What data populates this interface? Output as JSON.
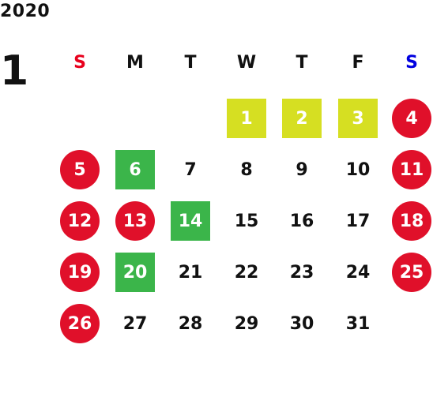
{
  "header": {
    "year": "2020",
    "month": "1"
  },
  "colors": {
    "sunday": "#e8001c",
    "saturday": "#0000e0",
    "holiday_circle": "#e0102a",
    "new_year_highlight": "#d6df22",
    "special_highlight": "#3bb54a",
    "text": "#111111"
  },
  "weekdays": [
    {
      "label": "S",
      "color": "#e8001c"
    },
    {
      "label": "M",
      "color": "#111111"
    },
    {
      "label": "T",
      "color": "#111111"
    },
    {
      "label": "W",
      "color": "#111111"
    },
    {
      "label": "T",
      "color": "#111111"
    },
    {
      "label": "F",
      "color": "#111111"
    },
    {
      "label": "S",
      "color": "#0000e0"
    }
  ],
  "days": [
    {
      "num": "1",
      "col": 3,
      "row": 0,
      "style": "yellow"
    },
    {
      "num": "2",
      "col": 4,
      "row": 0,
      "style": "yellow"
    },
    {
      "num": "3",
      "col": 5,
      "row": 0,
      "style": "yellow"
    },
    {
      "num": "4",
      "col": 6,
      "row": 0,
      "style": "red"
    },
    {
      "num": "5",
      "col": 0,
      "row": 1,
      "style": "red"
    },
    {
      "num": "6",
      "col": 1,
      "row": 1,
      "style": "green"
    },
    {
      "num": "7",
      "col": 2,
      "row": 1,
      "style": "plain"
    },
    {
      "num": "8",
      "col": 3,
      "row": 1,
      "style": "plain"
    },
    {
      "num": "9",
      "col": 4,
      "row": 1,
      "style": "plain"
    },
    {
      "num": "10",
      "col": 5,
      "row": 1,
      "style": "plain"
    },
    {
      "num": "11",
      "col": 6,
      "row": 1,
      "style": "red"
    },
    {
      "num": "12",
      "col": 0,
      "row": 2,
      "style": "red"
    },
    {
      "num": "13",
      "col": 1,
      "row": 2,
      "style": "red"
    },
    {
      "num": "14",
      "col": 2,
      "row": 2,
      "style": "green"
    },
    {
      "num": "15",
      "col": 3,
      "row": 2,
      "style": "plain"
    },
    {
      "num": "16",
      "col": 4,
      "row": 2,
      "style": "plain"
    },
    {
      "num": "17",
      "col": 5,
      "row": 2,
      "style": "plain"
    },
    {
      "num": "18",
      "col": 6,
      "row": 2,
      "style": "red"
    },
    {
      "num": "19",
      "col": 0,
      "row": 3,
      "style": "red"
    },
    {
      "num": "20",
      "col": 1,
      "row": 3,
      "style": "green"
    },
    {
      "num": "21",
      "col": 2,
      "row": 3,
      "style": "plain"
    },
    {
      "num": "22",
      "col": 3,
      "row": 3,
      "style": "plain"
    },
    {
      "num": "23",
      "col": 4,
      "row": 3,
      "style": "plain"
    },
    {
      "num": "24",
      "col": 5,
      "row": 3,
      "style": "plain"
    },
    {
      "num": "25",
      "col": 6,
      "row": 3,
      "style": "red"
    },
    {
      "num": "26",
      "col": 0,
      "row": 4,
      "style": "red"
    },
    {
      "num": "27",
      "col": 1,
      "row": 4,
      "style": "plain"
    },
    {
      "num": "28",
      "col": 2,
      "row": 4,
      "style": "plain"
    },
    {
      "num": "29",
      "col": 3,
      "row": 4,
      "style": "plain"
    },
    {
      "num": "30",
      "col": 4,
      "row": 4,
      "style": "plain"
    },
    {
      "num": "31",
      "col": 5,
      "row": 4,
      "style": "plain"
    }
  ]
}
